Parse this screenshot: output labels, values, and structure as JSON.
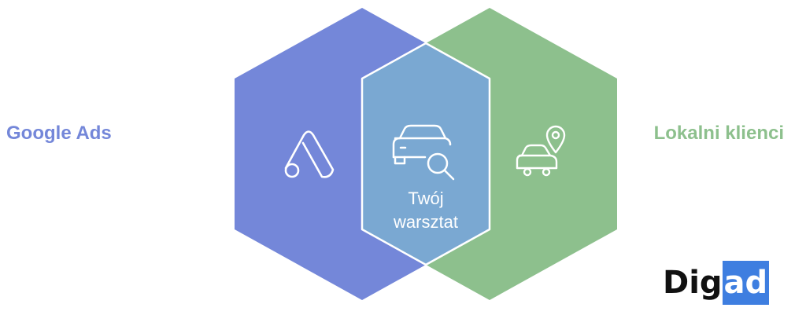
{
  "diagram": {
    "left_label": "Google Ads",
    "right_label": "Lokalni klienci",
    "center_label_line1": "Twój",
    "center_label_line2": "warsztat",
    "icons": {
      "left": "google-ads-icon",
      "center": "car-search-icon",
      "right": "car-location-icon"
    },
    "colors": {
      "left_hexagon": "#7487d9",
      "right_hexagon": "#8dc08d",
      "overlap": "#7aa8d2",
      "overlap_outline": "#ffffff",
      "left_label": "#7487d9",
      "right_label": "#8dc08d"
    }
  },
  "logo": {
    "part1": "Dig",
    "part2": "ad",
    "highlight_color": "#3e7ee0"
  }
}
